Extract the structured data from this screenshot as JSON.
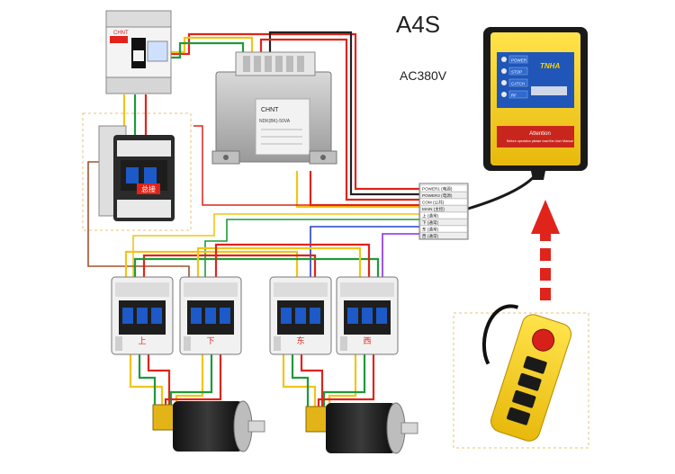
{
  "model": "A4S",
  "voltage": "AC380V",
  "breaker": {
    "brand": "CHNT"
  },
  "transformer": {
    "brand": "CHNT",
    "model": "NDK(BK)-50VA"
  },
  "main_contactor": {
    "label": "总接"
  },
  "terminal_block": {
    "rows": [
      "POWER1 (电源)",
      "POWER2 (电源)",
      "COM (公共)",
      "MAIN (主控)",
      "上 (通常)",
      "下 (通常)",
      "东 (通常)",
      "西 (通常)"
    ]
  },
  "contactors": [
    {
      "label": "上"
    },
    {
      "label": "下"
    },
    {
      "label": "东"
    },
    {
      "label": "西"
    }
  ],
  "receiver": {
    "brand": "TNHA",
    "leds": [
      "POWER",
      "STOP",
      "CATCH",
      "RF"
    ],
    "warning_title": "Attention",
    "warning_text": "Before operation please read the User Manual"
  },
  "colors": {
    "wire_red": "#e0241b",
    "wire_yellow": "#f1c41a",
    "wire_green": "#1e9a3a",
    "wire_blue": "#2440c8",
    "wire_brown": "#a0522d",
    "wire_black": "#222222",
    "wire_purple": "#8a2be2",
    "receiver_yellow": "#f4d21a",
    "receiver_blue": "#1f56b8",
    "arrow_red": "#e0241b",
    "contactor_blue": "#1d59c7"
  }
}
